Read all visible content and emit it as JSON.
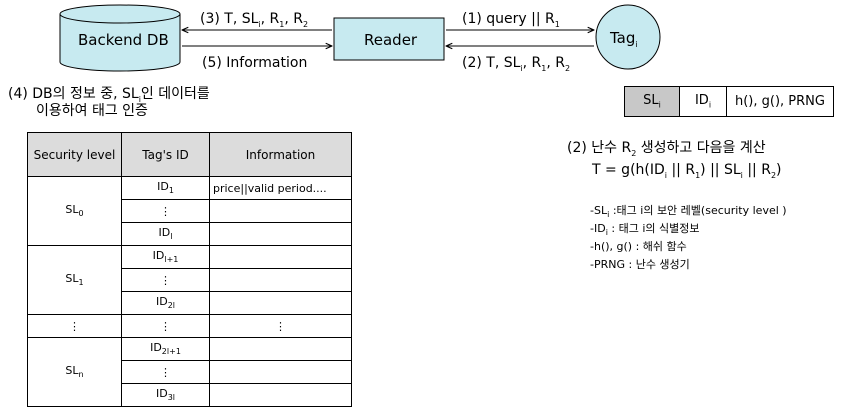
{
  "top": {
    "backend_db": "Backend DB",
    "reader": "Reader",
    "tag": "Tag",
    "tag_sub": "i",
    "msg3": "(3) T, SL",
    "msg3_rest": ", R",
    "msg5": "(5) Information",
    "msg1": "(1) query || R",
    "msg2": "(2) T, SL",
    "msg2_rest": ", R",
    "sub_i": "i",
    "sub_1": "1",
    "sub_2": "2"
  },
  "note4": {
    "line1_a": "(4) DB의 정보 중, SL",
    "line1_b": "인 데이터를",
    "line2": "이용하여 태그 인증"
  },
  "tag_info": {
    "cell1": "SL",
    "cell2": "ID",
    "cell3": "h(), g(), PRNG",
    "colors": {
      "shaded": "#c8c8c8"
    }
  },
  "step2": {
    "line1_a": "(2) 난수 R",
    "line1_b": " 생성하고 다음을 계산",
    "line2": "T = g(h(ID",
    "line2_b": " || R",
    "line2_c": ") || SL",
    "line2_d": " || R",
    "line2_e": ")"
  },
  "legend": [
    {
      "key": "-SL",
      "desc": " :태그 i의 보안 레벨(security level )"
    },
    {
      "key": "-ID",
      "desc": " : 태그 i의 식별정보"
    },
    {
      "key": "-h(), g() : 해쉬 함수",
      "desc": ""
    },
    {
      "key": "-PRNG : 난수 생성기",
      "desc": ""
    }
  ],
  "security_table": {
    "headers": [
      "Security level",
      "Tag's ID",
      "Information"
    ],
    "groups": [
      {
        "level": "SL",
        "level_sub": "0",
        "ids": [
          {
            "t": "ID",
            "s": "1"
          },
          {
            "t": "⋮",
            "s": ""
          },
          {
            "t": "ID",
            "s": "l"
          }
        ],
        "info_first": "price||valid period...."
      },
      {
        "level": "SL",
        "level_sub": "1",
        "ids": [
          {
            "t": "ID",
            "s": "l+1"
          },
          {
            "t": "⋮",
            "s": ""
          },
          {
            "t": "ID",
            "s": "2l"
          }
        ],
        "info_first": ""
      },
      {
        "level": "⋮",
        "level_sub": "",
        "ids": [
          {
            "t": "⋮",
            "s": ""
          }
        ],
        "info_first": "⋮"
      },
      {
        "level": "SL",
        "level_sub": "n",
        "ids": [
          {
            "t": "ID",
            "s": "2l+1"
          },
          {
            "t": "⋮",
            "s": ""
          },
          {
            "t": "ID",
            "s": "3l"
          }
        ],
        "info_first": ""
      }
    ]
  }
}
